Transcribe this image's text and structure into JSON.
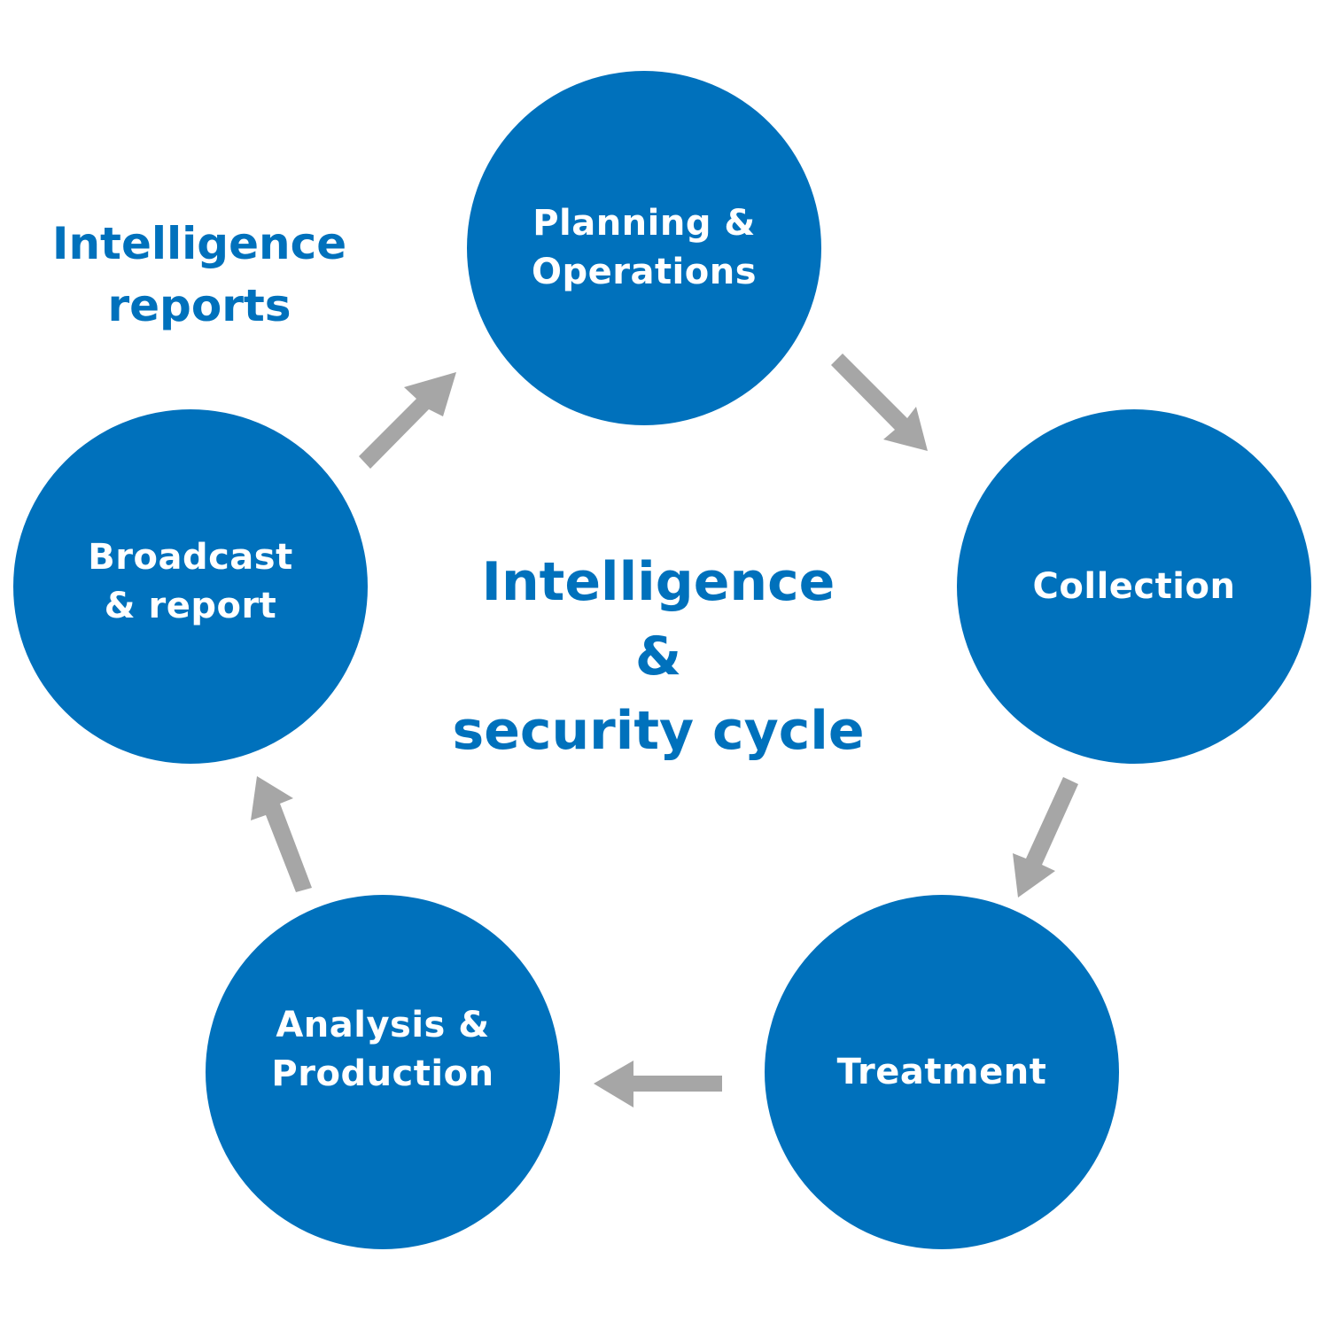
{
  "diagram": {
    "title": "Intelligence\n&\nsecurity cycle",
    "side_label": "Intelligence\nreports",
    "colors": {
      "node_fill": "#0071bc",
      "node_text": "#ffffff",
      "title_text": "#0071bc",
      "arrow": "#a6a6a6"
    },
    "nodes": [
      {
        "id": "planning",
        "label": "Planning &\nOperations"
      },
      {
        "id": "collection",
        "label": "Collection"
      },
      {
        "id": "treatment",
        "label": "Treatment"
      },
      {
        "id": "analysis",
        "label": "Analysis &\nProduction"
      },
      {
        "id": "broadcast",
        "label": "Broadcast\n& report"
      }
    ],
    "edges": [
      {
        "from": "planning",
        "to": "collection"
      },
      {
        "from": "collection",
        "to": "treatment"
      },
      {
        "from": "treatment",
        "to": "analysis"
      },
      {
        "from": "analysis",
        "to": "broadcast"
      },
      {
        "from": "broadcast",
        "to": "planning"
      }
    ]
  }
}
